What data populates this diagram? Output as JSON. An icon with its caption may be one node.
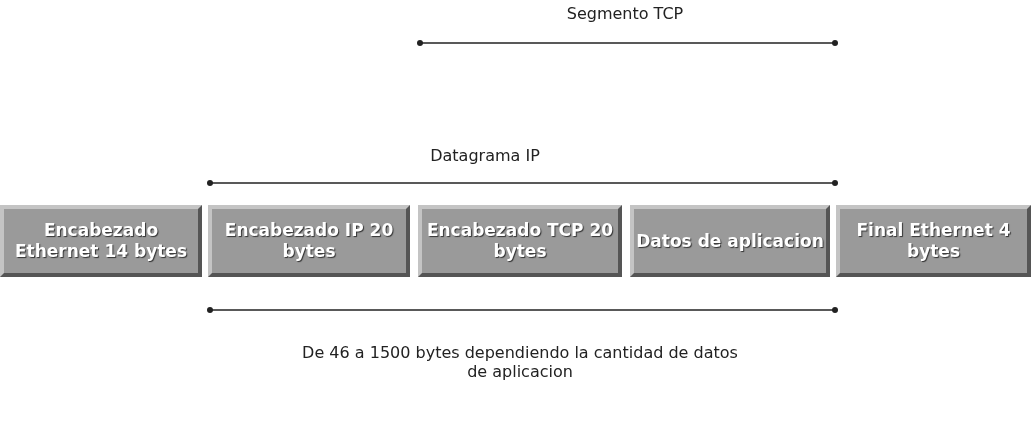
{
  "diagram": {
    "nodes": [
      {
        "text": [
          "Encabezado Ethernet 14 bytes"
        ]
      },
      {
        "text": [
          "Encabezado IP 20 bytes"
        ]
      },
      {
        "text": [
          "Encabezado TCP 20 bytes"
        ]
      },
      {
        "text": [
          "Datos de aplicacion"
        ]
      },
      {
        "text": [
          "Final Ethernet 4 bytes"
        ]
      }
    ],
    "labels": [
      "Segmento TCP",
      "Datagrama IP",
      "De 46 a 1500 bytes dependiendo la cantidad de datos de aplicacion"
    ]
  }
}
